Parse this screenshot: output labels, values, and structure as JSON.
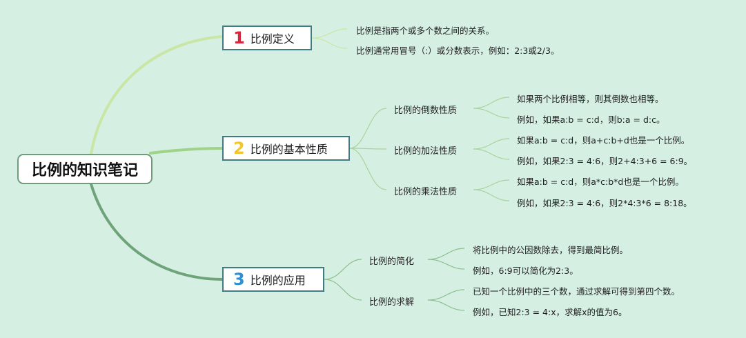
{
  "root": {
    "label": "比例的知识笔记"
  },
  "topics": [
    {
      "num": "1",
      "num_color": "#d9263c",
      "label": "比例定义",
      "leaves": [
        "比例是指两个或多个数之间的关系。",
        "比例通常用冒号（:）或分数表示，例如：2:3或2/3。"
      ]
    },
    {
      "num": "2",
      "num_color": "#f2c62e",
      "label": "比例的基本性质",
      "subs": [
        {
          "label": "比例的倒数性质",
          "leaves": [
            "如果两个比例相等，则其倒数也相等。",
            "例如，如果a:b = c:d，则b:a = d:c。"
          ]
        },
        {
          "label": "比例的加法性质",
          "leaves": [
            "如果a:b = c:d，则a+c:b+d也是一个比例。",
            "例如，如果2:3 = 4:6，则2+4:3+6 = 6:9。"
          ]
        },
        {
          "label": "比例的乘法性质",
          "leaves": [
            "如果a:b = c:d，则a*c:b*d也是一个比例。",
            "例如，如果2:3 = 4:6，则2*4:3*6 = 8:18。"
          ]
        }
      ]
    },
    {
      "num": "3",
      "num_color": "#2f8fcf",
      "label": "比例的应用",
      "subs": [
        {
          "label": "比例的简化",
          "leaves": [
            "将比例中的公因数除去，得到最简比例。",
            "例如，6:9可以简化为2:3。"
          ]
        },
        {
          "label": "比例的求解",
          "leaves": [
            "已知一个比例中的三个数，通过求解可得到第四个数。",
            "例如，已知2:3 = 4:x，求解x的值为6。"
          ]
        }
      ]
    }
  ]
}
